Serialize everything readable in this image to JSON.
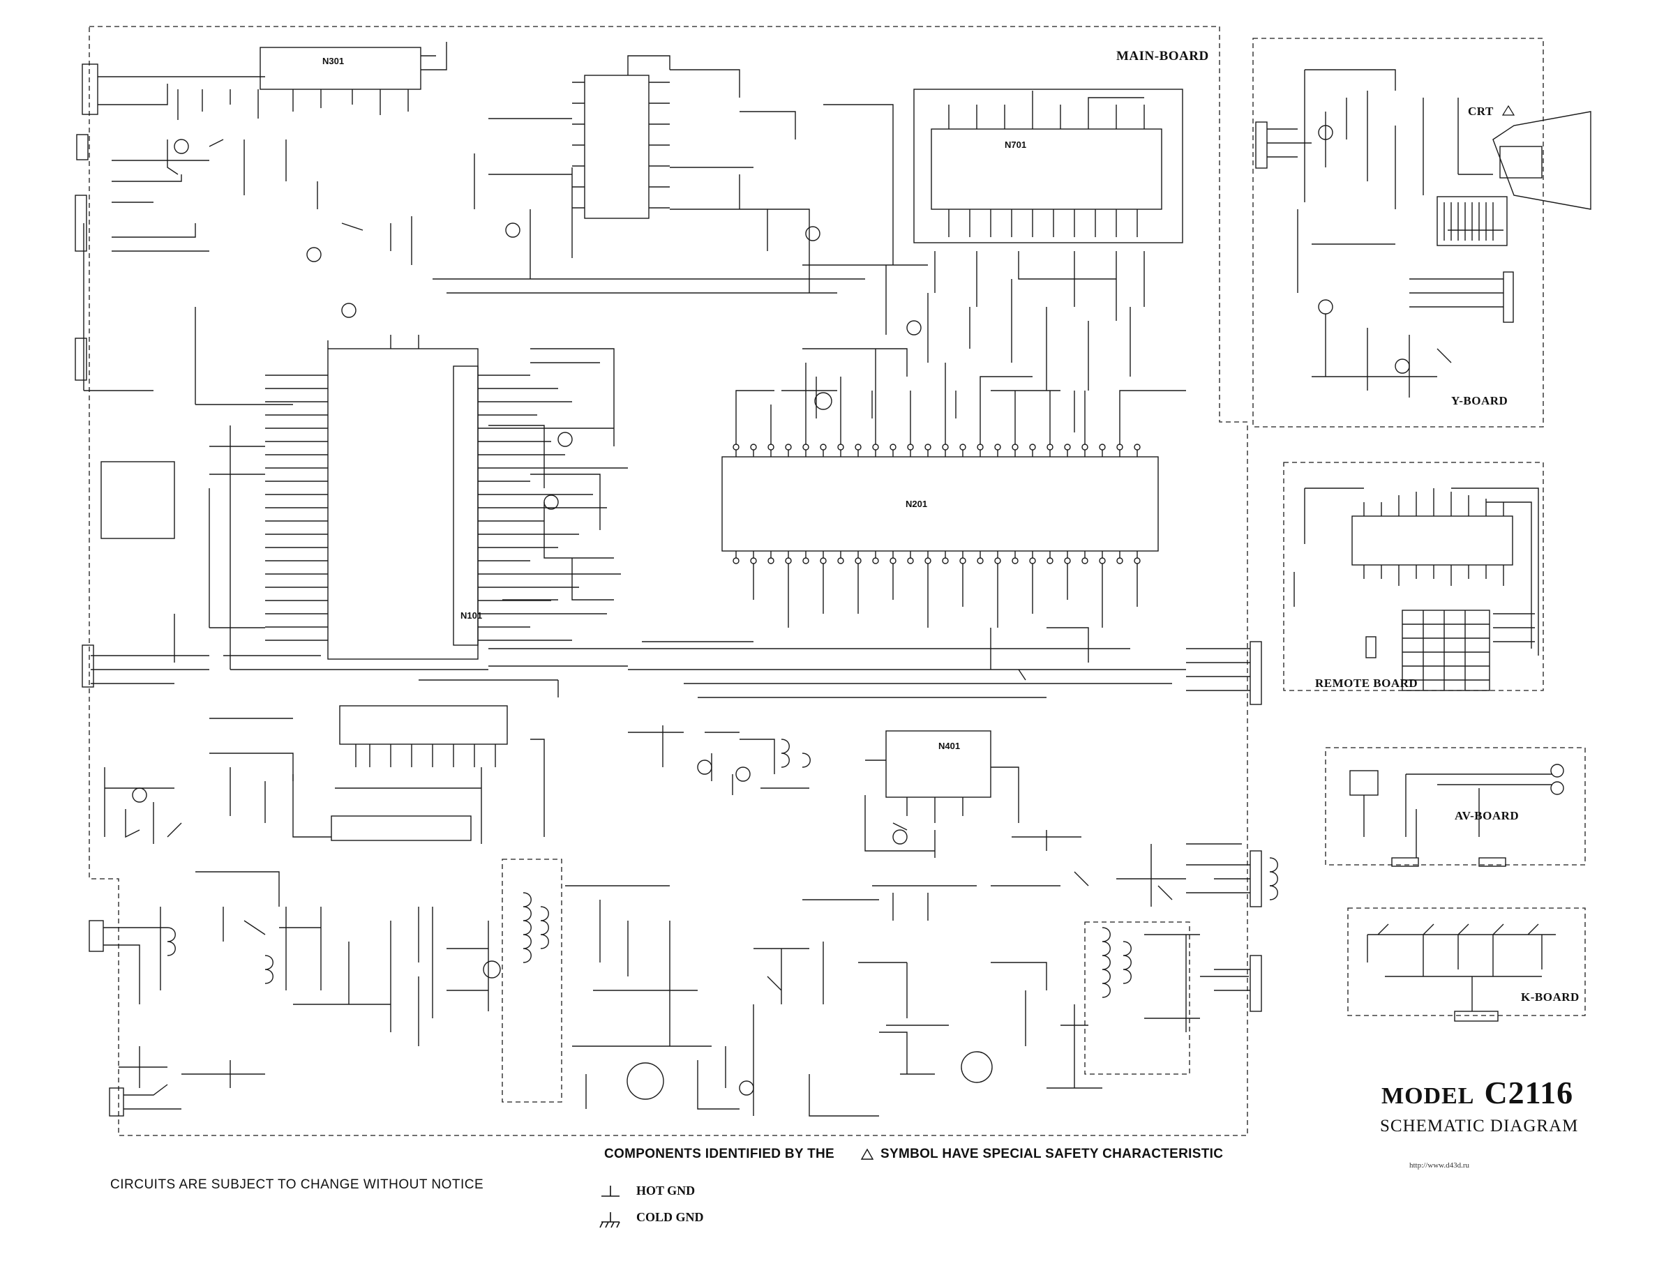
{
  "boards": {
    "main": "MAIN-BOARD",
    "y": "Y-BOARD",
    "crt": "CRT",
    "remote": "REMOTE BOARD",
    "av": "AV-BOARD",
    "k": "K-BOARD"
  },
  "ics": {
    "n701": "N701",
    "n201": "N201",
    "n101": "N101",
    "n301": "N301",
    "n401": "N401"
  },
  "title": {
    "model_word": "MODEL",
    "model_number": "C2116",
    "subtitle": "SCHEMATIC DIAGRAM"
  },
  "notes": {
    "change_notice": "CIRCUITS ARE SUBJECT TO CHANGE WITHOUT NOTICE",
    "safety_prefix": "COMPONENTS IDENTIFIED BY THE",
    "safety_suffix": "SYMBOL HAVE SPECIAL SAFETY CHARACTERISTIC",
    "hot_gnd": "HOT GND",
    "cold_gnd": "COLD GND",
    "url": "http://www.d43d.ru"
  },
  "icons": {
    "warning": "warning-triangle-icon",
    "hot_ground": "hot-ground-symbol-icon",
    "cold_ground": "cold-ground-symbol-icon"
  }
}
